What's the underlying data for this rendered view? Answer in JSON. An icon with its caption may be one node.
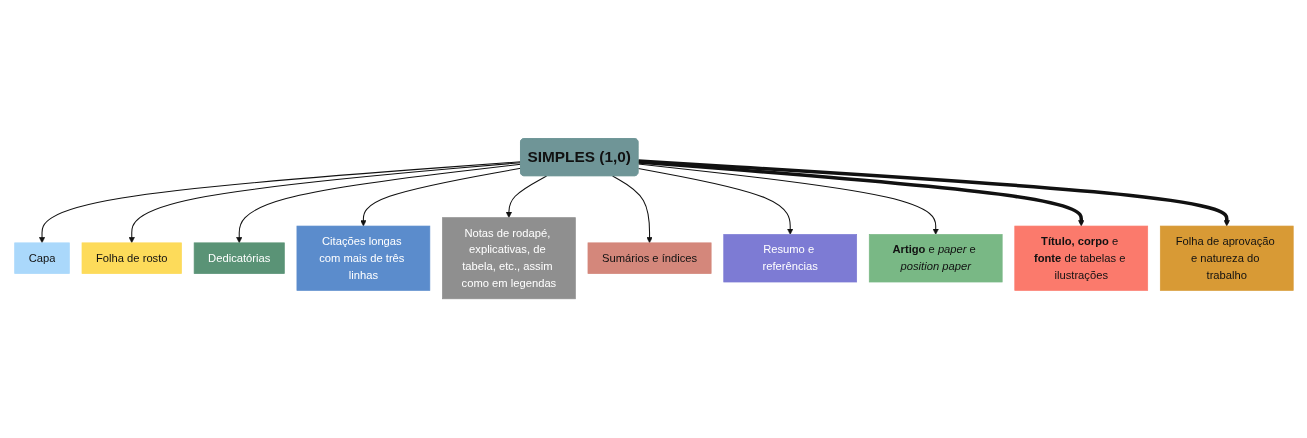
{
  "diagram": {
    "nodes": [
      {
        "text": [
          "SIMPLES (1,0)"
        ]
      },
      {
        "text": [
          "Capa"
        ]
      },
      {
        "text": [
          "Folha de rosto"
        ]
      },
      {
        "text": [
          "Dedicatórias"
        ]
      },
      {
        "text": [
          "Citações longas com mais de três linhas"
        ]
      },
      {
        "text": [
          "Notas de rodapé, explicativas, de tabela, etc., assim como em legendas"
        ]
      },
      {
        "text": [
          "Sumários e índices"
        ]
      },
      {
        "text": [
          "Resumo e referências"
        ]
      },
      {
        "text": [
          "**Artigo** e *paper* e *position paper*"
        ]
      },
      {
        "text": [
          "**Título, corpo** e **fonte** de tabelas e ilustrações"
        ]
      },
      {
        "text": [
          "Folha de aprovação e natureza do trabalho"
        ]
      }
    ],
    "edges": [
      {
        "from": 0,
        "to": 1,
        "arrow": "to"
      },
      {
        "from": 0,
        "to": 2,
        "arrow": "to"
      },
      {
        "from": 0,
        "to": 3,
        "arrow": "to"
      },
      {
        "from": 0,
        "to": 4,
        "arrow": "to"
      },
      {
        "from": 0,
        "to": 5,
        "arrow": "to"
      },
      {
        "from": 0,
        "to": 6,
        "arrow": "to"
      },
      {
        "from": 0,
        "to": 7,
        "arrow": "to"
      },
      {
        "from": 0,
        "to": 8,
        "arrow": "to"
      },
      {
        "from": 0,
        "to": 9,
        "arrow": "to",
        "style": "thick"
      },
      {
        "from": 0,
        "to": 10,
        "arrow": "to",
        "style": "thick"
      }
    ]
  }
}
